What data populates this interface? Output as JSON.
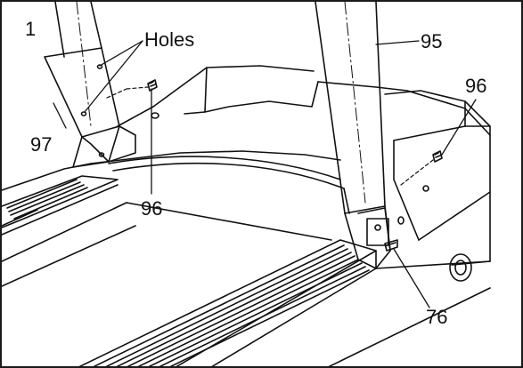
{
  "figure": {
    "step_number": "1",
    "labels": {
      "holes": "Holes",
      "upright_right": "95",
      "upright_left": "97",
      "bolt_left": "96",
      "bolt_right": "96",
      "wire_harness": "76"
    }
  }
}
